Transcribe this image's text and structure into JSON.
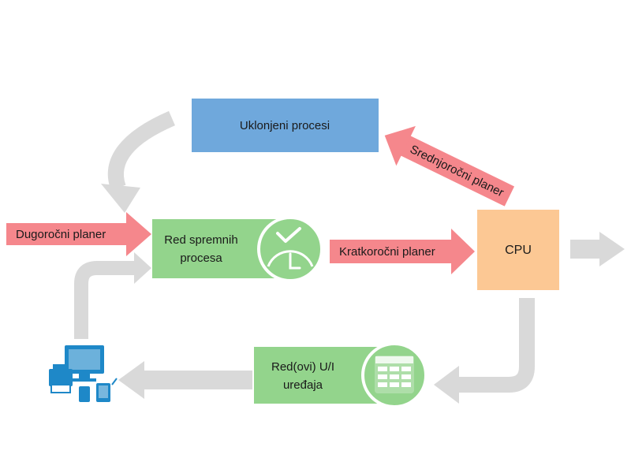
{
  "nodes": {
    "removed": {
      "label": "Uklonjeni procesi"
    },
    "ready": {
      "label_line1": "Red spremnih",
      "label_line2": "procesa"
    },
    "cpu": {
      "label": "CPU"
    },
    "io_queue": {
      "label_line1": "Red(ovi) U/I",
      "label_line2": "uređaja"
    }
  },
  "arrows": {
    "long_term": {
      "label": "Dugoročni planer"
    },
    "short_term": {
      "label": "Kratkoročni planer"
    },
    "medium_term": {
      "label": "Srednjoročni planer"
    }
  },
  "icons": {
    "clock": "clock-check-icon",
    "table": "table-grid-icon",
    "devices": "computer-devices-icon"
  },
  "colors": {
    "blue_box": "#6fa8dc",
    "green_box": "#93d48c",
    "cpu_box": "#fcc894",
    "pink_arrow": "#f5878c",
    "gray_arrow": "#d9d9d9",
    "device_blue": "#1e88c8"
  }
}
